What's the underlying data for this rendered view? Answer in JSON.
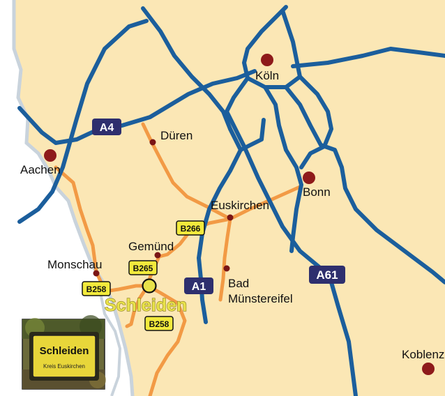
{
  "colors": {
    "background": "#fbe7b5",
    "border_region": "#ffffff",
    "border_line": "#c9d3dc",
    "autobahn": "#1b5e9c",
    "bundesstrasse": "#f29a45",
    "autobahn_shield": "#2e2f6e",
    "bstrasse_shield": "#f2ea3c",
    "city_major": "#8e1a1a",
    "city_minor": "#7a1515"
  },
  "cities": {
    "koeln": "Köln",
    "aachen": "Aachen",
    "dueren": "Düren",
    "bonn": "Bonn",
    "euskirchen": "Euskirchen",
    "gemuend": "Gemünd",
    "monschau": "Monschau",
    "bad_muenstereifel_1": "Bad",
    "bad_muenstereifel_2": "Münstereifel",
    "koblenz": "Koblenz",
    "schleiden": "Schleiden"
  },
  "autobahn_shields": {
    "a4": "A4",
    "a1": "A1",
    "a61": "A61"
  },
  "bundesstrasse_shields": {
    "b266": "B266",
    "b265": "B265",
    "b258_west": "B258",
    "b258_south": "B258"
  },
  "town_sign": {
    "title": "Schleiden",
    "subtitle": "Kreis Euskirchen"
  }
}
